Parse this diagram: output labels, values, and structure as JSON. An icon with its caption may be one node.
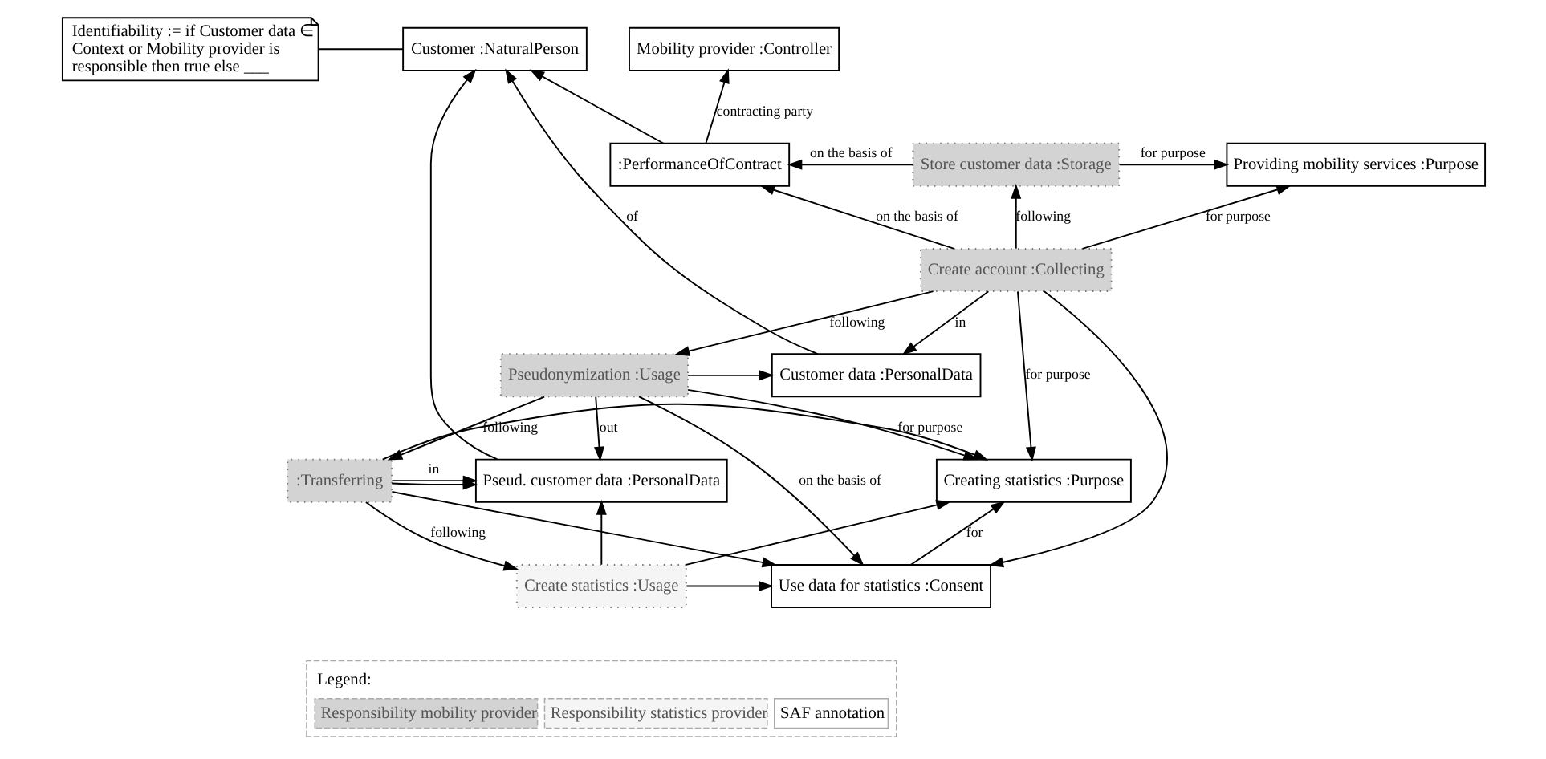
{
  "diagram": {
    "nodes": [
      {
        "text": [
          "Identifiability := if Customer data ∈ Context or Mobility provider is responsible then true else ___"
        ]
      },
      {
        "text": [
          "Mobility provider :Controller"
        ]
      },
      {
        "text": [
          "Customer :NaturalPerson"
        ]
      },
      {
        "text": [
          ":PerformanceOfContract"
        ]
      },
      {
        "text": [
          "Providing mobility services :Purpose"
        ]
      },
      {
        "text": [
          "Store customer data :Storage"
        ]
      },
      {
        "text": [
          "Create account :Collecting"
        ]
      },
      {
        "text": [
          "Customer data :PersonalData"
        ]
      },
      {
        "text": [
          "Pseudonymization :Usage"
        ]
      },
      {
        "text": [
          "Creating statistics :Purpose"
        ]
      },
      {
        "text": [
          "Pseud. customer data :PersonalData"
        ]
      },
      {
        "text": [
          ":Transferring"
        ]
      },
      {
        "text": [
          "Use data for statistics :Consent"
        ]
      },
      {
        "text": [
          "Create statistics :Usage"
        ]
      }
    ],
    "edges": [
      {
        "from": 0,
        "to": 2,
        "arrow": "none"
      },
      {
        "from": 3,
        "to": 1,
        "arrow": "to",
        "label": "contracting party"
      },
      {
        "from": 3,
        "to": 2,
        "arrow": "to"
      },
      {
        "from": 5,
        "to": 3,
        "arrow": "to",
        "label": "on the basis of"
      },
      {
        "from": 5,
        "to": 4,
        "arrow": "to",
        "label": "for purpose"
      },
      {
        "from": 6,
        "to": 4,
        "arrow": "to",
        "label": "for purpose"
      },
      {
        "from": 6,
        "to": 3,
        "arrow": "to",
        "label": "on the basis of"
      },
      {
        "from": 6,
        "to": 12,
        "arrow": "to"
      },
      {
        "from": 6,
        "to": 9,
        "arrow": "to",
        "label": "for purpose"
      },
      {
        "from": 6,
        "to": 5,
        "arrow": "to",
        "label": "following"
      },
      {
        "from": 6,
        "to": 8,
        "arrow": "to",
        "label": "following"
      },
      {
        "from": 6,
        "to": 7,
        "arrow": "to",
        "label": "in"
      },
      {
        "from": 8,
        "to": 7,
        "arrow": "to"
      },
      {
        "from": 8,
        "to": 10,
        "arrow": "to",
        "label": "out"
      },
      {
        "from": 11,
        "to": 10,
        "arrow": "to"
      },
      {
        "from": 8,
        "to": 9,
        "arrow": "to",
        "label": "for purpose"
      },
      {
        "from": 11,
        "to": 9,
        "arrow": "to"
      },
      {
        "from": 13,
        "to": 9,
        "arrow": "to"
      },
      {
        "from": 8,
        "to": 12,
        "arrow": "to",
        "label": "on the basis of"
      },
      {
        "from": 11,
        "to": 12,
        "arrow": "to"
      },
      {
        "from": 13,
        "to": 12,
        "arrow": "to"
      },
      {
        "from": 8,
        "to": 11,
        "arrow": "to",
        "label": "following"
      },
      {
        "from": 11,
        "to": 13,
        "arrow": "to",
        "label": "following"
      },
      {
        "from": 11,
        "to": 10,
        "arrow": "to",
        "label": "in"
      },
      {
        "from": 13,
        "to": 10,
        "arrow": "to"
      },
      {
        "from": 12,
        "to": 9,
        "arrow": "to",
        "label": "for"
      },
      {
        "from": 7,
        "to": 2,
        "arrow": "to",
        "label": "of"
      },
      {
        "from": 10,
        "to": 2,
        "arrow": "to"
      }
    ],
    "labels": [
      "Legend:"
    ],
    "legend": [
      {
        "text": "Responsibility mobility provider",
        "color": "#d3d3d3"
      },
      {
        "text": "Responsibility statistics provider",
        "color": "#f5f5f5"
      },
      {
        "text": "SAF annotation"
      }
    ]
  }
}
